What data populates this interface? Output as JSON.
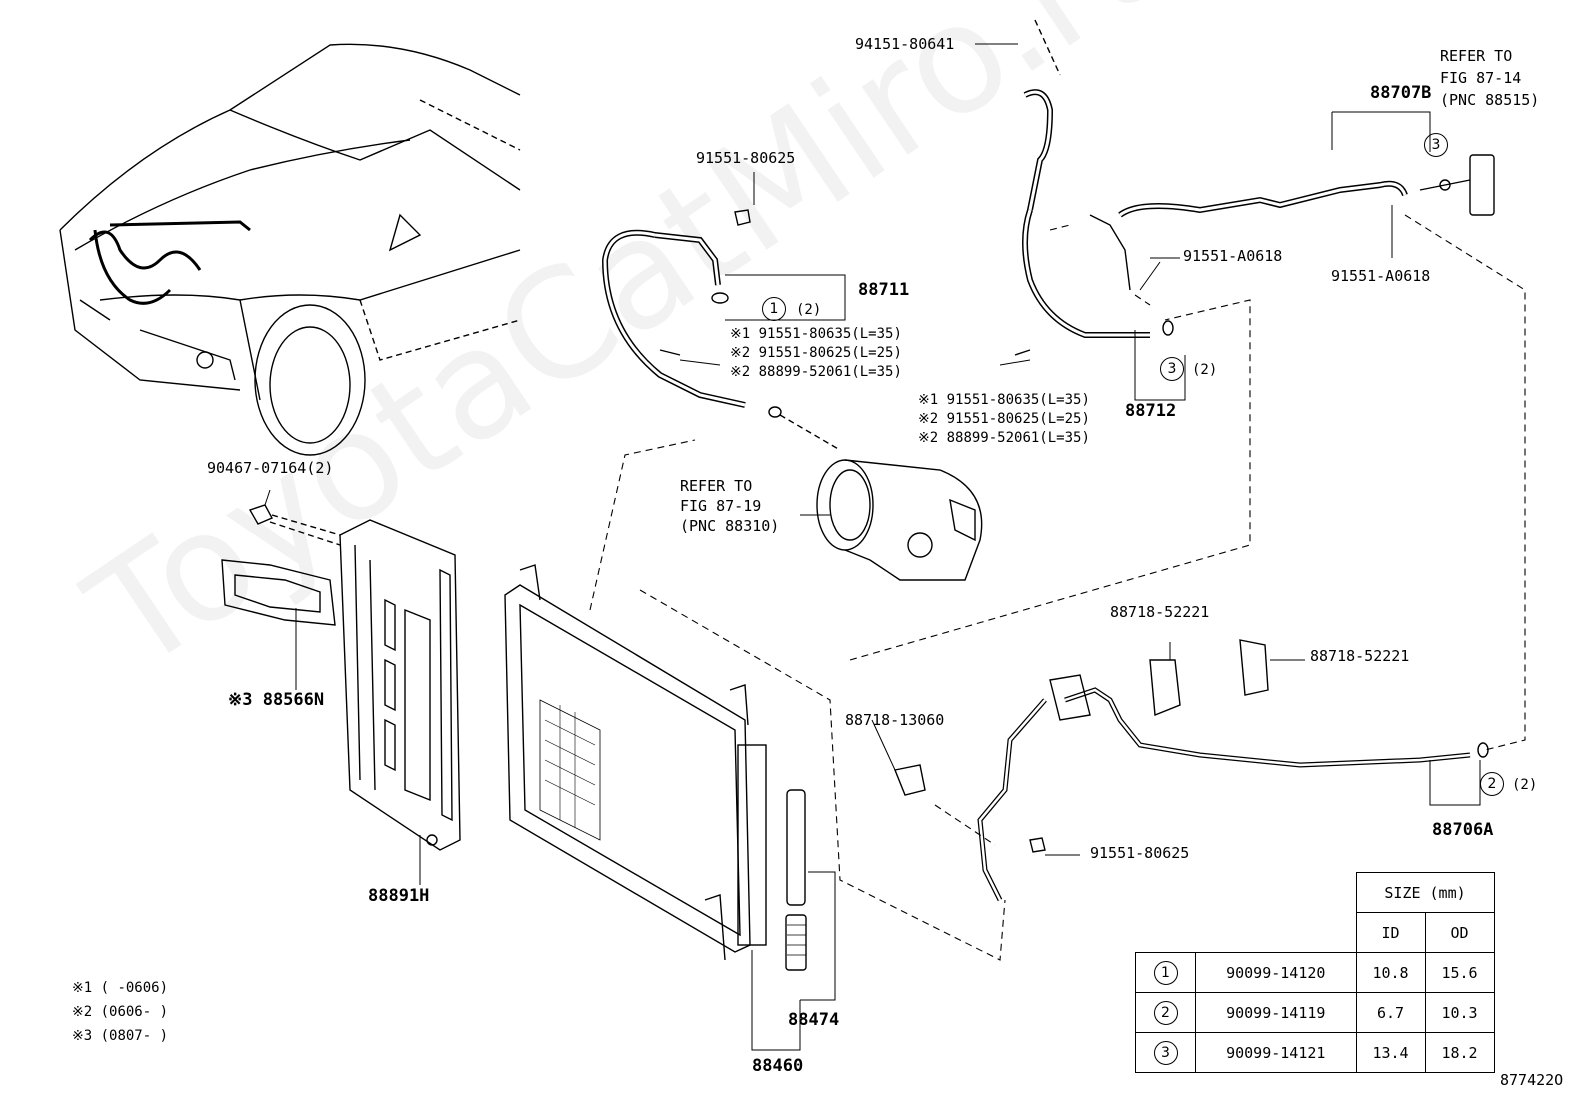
{
  "watermark": "ToyotaCatMiro.ru",
  "labels": {
    "p_94151": "94151-80641",
    "p_refer_top_1": "REFER TO",
    "p_refer_top_2": "FIG 87-14",
    "p_refer_top_3": "(PNC 88515)",
    "p_88707b": "88707B",
    "p_91551_80625_top": "91551-80625",
    "p_88711": "88711",
    "p_88711_o": "(2)",
    "p_x1_a": "※1 91551-80635(L=35)",
    "p_x2_a": "※2 91551-80625(L=25)",
    "p_x2_b": "※2 88899-52061(L=35)",
    "p_91551_a0618_l": "91551-A0618",
    "p_91551_a0618_r": "91551-A0618",
    "p_88712_o": "(2)",
    "p_x1_c": "※1 91551-80635(L=35)",
    "p_x2_c": "※2 91551-80625(L=25)",
    "p_x2_d": "※2 88899-52061(L=35)",
    "p_88712": "88712",
    "p_90467": "90467-07164(2)",
    "p_refer_mid_1": "REFER TO",
    "p_refer_mid_2": "FIG 87-19",
    "p_refer_mid_3": "(PNC 88310)",
    "p_88718_top": "88718-52221",
    "p_88718_right": "88718-52221",
    "p_88566n": "※3 88566N",
    "p_88718_13060": "88718-13060",
    "p_88706a_o": "(2)",
    "p_88706a": "88706A",
    "p_91551_80625_bot": "91551-80625",
    "p_88891h": "88891H",
    "p_88474": "88474",
    "p_88460": "88460",
    "p_fig": "877422O"
  },
  "notes": [
    "※1 (      -0606)",
    "※2 (0606-      )",
    "※3 (0807-      )"
  ],
  "ring_markers": {
    "one": "1",
    "two": "2",
    "three": "3"
  },
  "size_table": {
    "header": "SIZE (mm)",
    "col_id": "ID",
    "col_od": "OD",
    "rows": [
      {
        "mark": "1",
        "part": "90099-14120",
        "id": "10.8",
        "od": "15.6"
      },
      {
        "mark": "2",
        "part": "90099-14119",
        "id": "6.7",
        "od": "10.3"
      },
      {
        "mark": "3",
        "part": "90099-14121",
        "id": "13.4",
        "od": "18.2"
      }
    ]
  }
}
